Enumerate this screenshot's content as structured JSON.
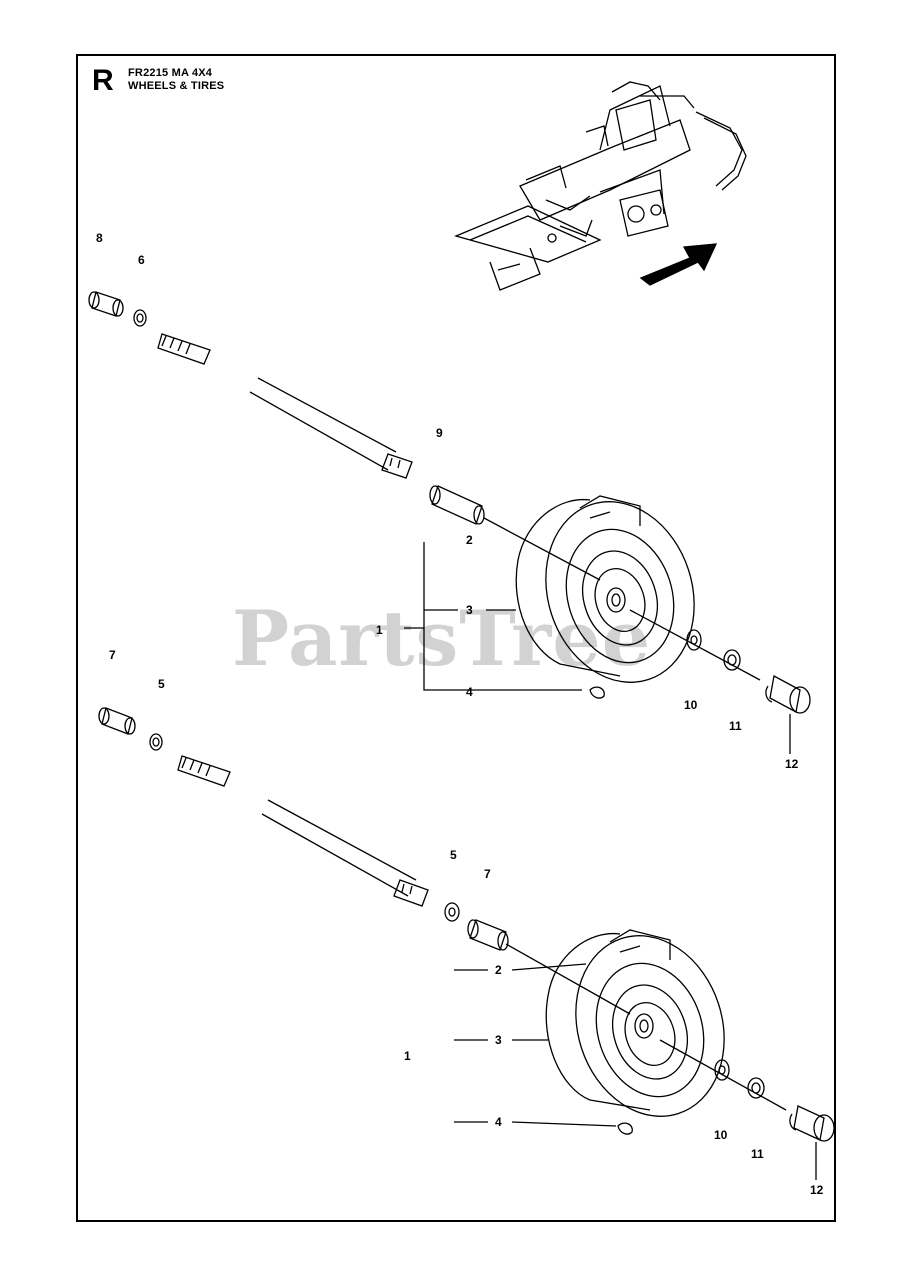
{
  "header": {
    "section_letter": "R",
    "model": "FR2215 MA 4X4",
    "title": "WHEELS & TIRES"
  },
  "watermark": "PartsTree",
  "callouts": {
    "top": {
      "n8": "8",
      "n6": "6",
      "n9": "9",
      "n2": "2",
      "n1": "1",
      "n3": "3",
      "n4": "4",
      "n10": "10",
      "n11": "11",
      "n12": "12"
    },
    "bottom": {
      "n7": "7",
      "n5": "5",
      "n5b": "5",
      "n7b": "7",
      "n2": "2",
      "n1": "1",
      "n3": "3",
      "n4": "4",
      "n10": "10",
      "n11": "11",
      "n12": "12"
    }
  }
}
